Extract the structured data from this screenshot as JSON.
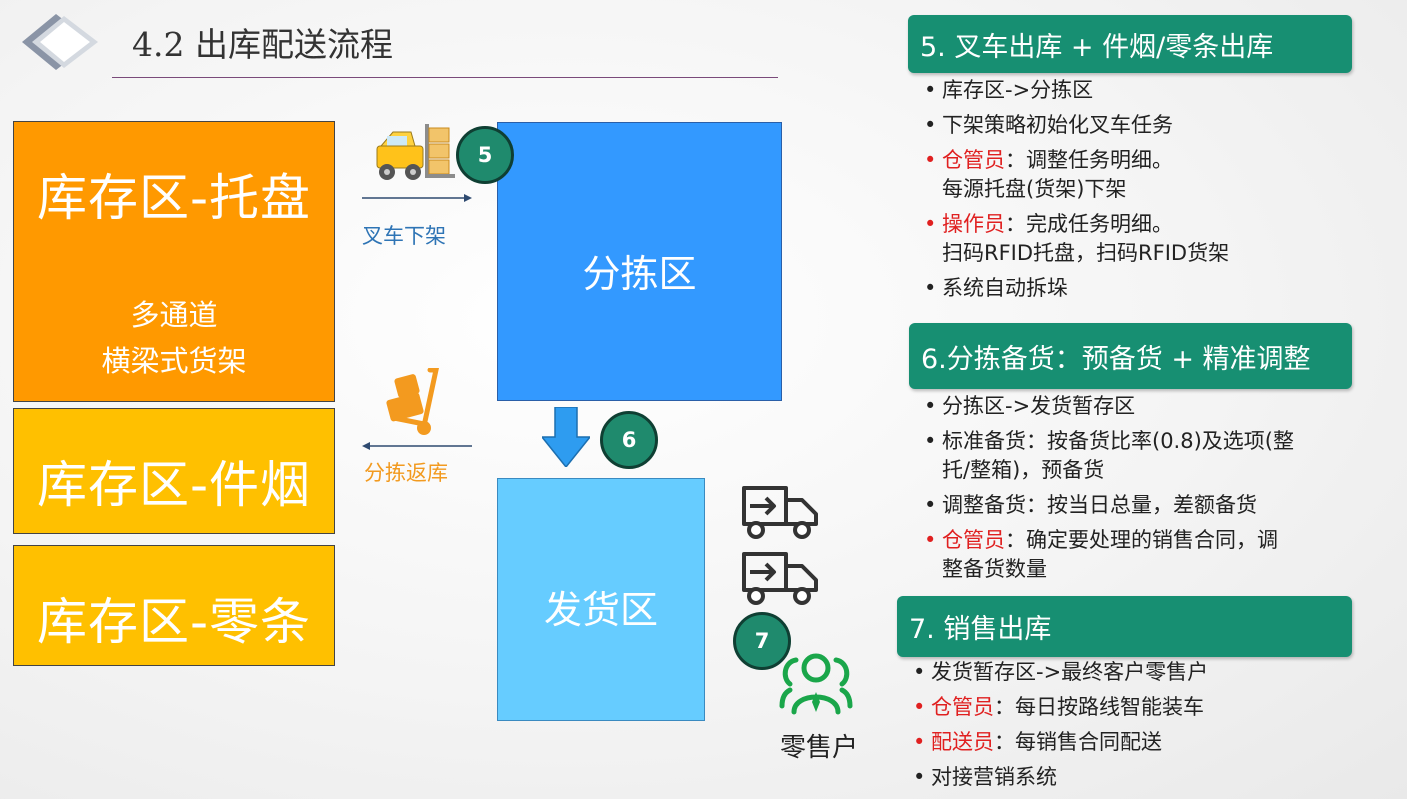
{
  "header": {
    "title": "4.2  出库配送流程"
  },
  "zones": {
    "pallet_title": "库存区-托盘",
    "pallet_desc_1": "多通道",
    "pallet_desc_2": "横梁式货架",
    "case_title": "库存区-件烟",
    "loose_title": "库存区-零条",
    "sorting": "分拣区",
    "shipping": "发货区"
  },
  "flow": {
    "step5": "5",
    "step6": "6",
    "step7": "7",
    "forklift_label": "叉车下架",
    "return_label": "分拣返库",
    "retail_label": "零售户"
  },
  "panel5": {
    "heading": "5. 叉车出库 + 件烟/零条出库",
    "items": [
      {
        "text": "库存区->分拣区"
      },
      {
        "text": "下架策略初始化叉车任务"
      },
      {
        "role": "仓管员",
        "text": "：调整任务明细。",
        "line2": "每源托盘(货架)下架"
      },
      {
        "role": "操作员",
        "text": "：完成任务明细。",
        "line2": "扫码RFID托盘，扫码RFID货架"
      },
      {
        "text": "系统自动拆垛"
      }
    ]
  },
  "panel6": {
    "heading": "6.分拣备货：预备货 + 精准调整",
    "items": [
      {
        "text": "分拣区->发货暂存区"
      },
      {
        "text": "标准备货：按备货比率(0.8)及选项(整",
        "line2": "托/整箱)，预备货"
      },
      {
        "text": "调整备货：按当日总量，差额备货"
      },
      {
        "role": "仓管员",
        "text": "：确定要处理的销售合同，调",
        "line2": "整备货数量"
      }
    ]
  },
  "panel7": {
    "heading": "7. 销售出库",
    "items": [
      {
        "text": "发货暂存区->最终客户零售户"
      },
      {
        "role": "仓管员",
        "text": "：每日按路线智能装车"
      },
      {
        "role": "配送员",
        "text": "：每销售合同配送"
      },
      {
        "text": "对接营销系统"
      }
    ]
  },
  "colors": {
    "pallet_zone": "#ff9900",
    "case_zone": "#ffc000",
    "sorting_zone": "#3399ff",
    "shipping_zone": "#66ccff",
    "panel_header": "#178f72",
    "role_red": "#e02020",
    "forklift_label": "#2e74b5",
    "return_label": "#f29a1f"
  },
  "icons": [
    "diamond-logo-icon",
    "forklift-icon",
    "hand-truck-icon",
    "down-arrow-icon",
    "delivery-truck-icon",
    "retailer-people-icon"
  ]
}
